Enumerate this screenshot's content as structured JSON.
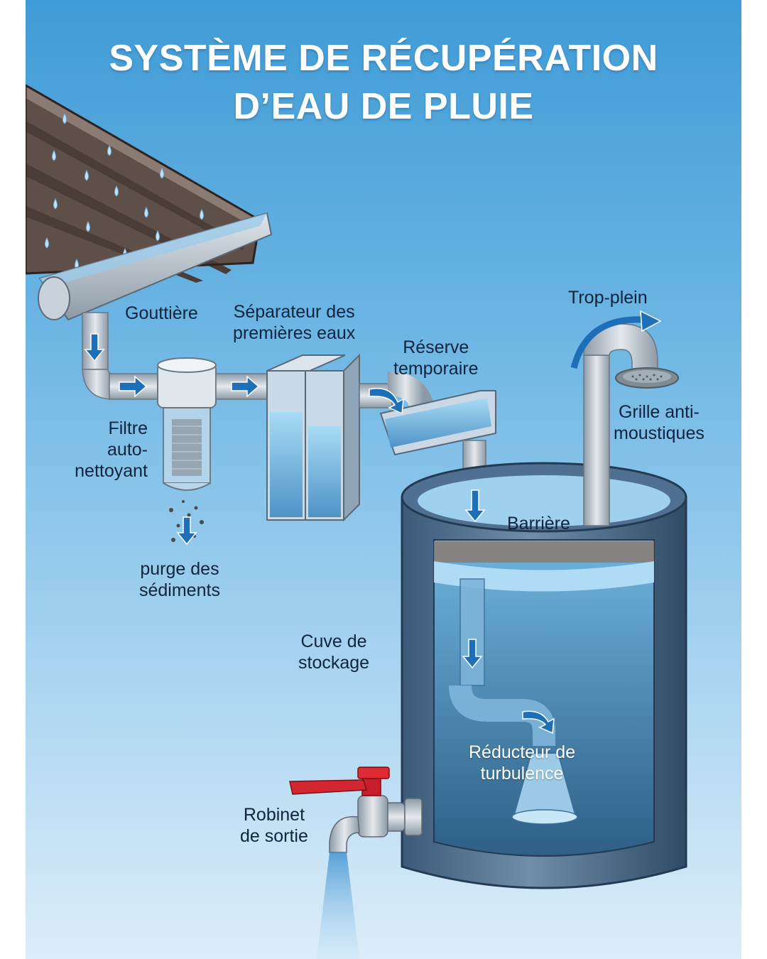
{
  "title": {
    "line1": "SYSTÈME DE RÉCUPÉRATION",
    "line2": "D’EAU DE PLUIE"
  },
  "labels": {
    "gouttiere": "Gouttière",
    "separateur": [
      "Séparateur des",
      "premières eaux"
    ],
    "reserve": [
      "Réserve",
      "temporaire"
    ],
    "trop_plein": "Trop-plein",
    "grille": [
      "Grille anti-",
      "moustiques"
    ],
    "filtre": [
      "Filtre",
      "auto-",
      "nettoyant"
    ],
    "purge": [
      "purge des",
      "sédiments"
    ],
    "barriere": "Barrière",
    "cuve": [
      "Cuve de",
      "stockage"
    ],
    "reducteur": [
      "Réducteur de",
      "turbulence"
    ],
    "robinet": [
      "Robinet",
      "de sortie"
    ]
  },
  "colors": {
    "flow_arrow": "#1f6fb8",
    "pipe": "#b8c3cc",
    "tank": "#3f5f7d",
    "water": "#7fc0e6",
    "valve_handle": "#c8202a",
    "roof": "#7a6a62"
  }
}
